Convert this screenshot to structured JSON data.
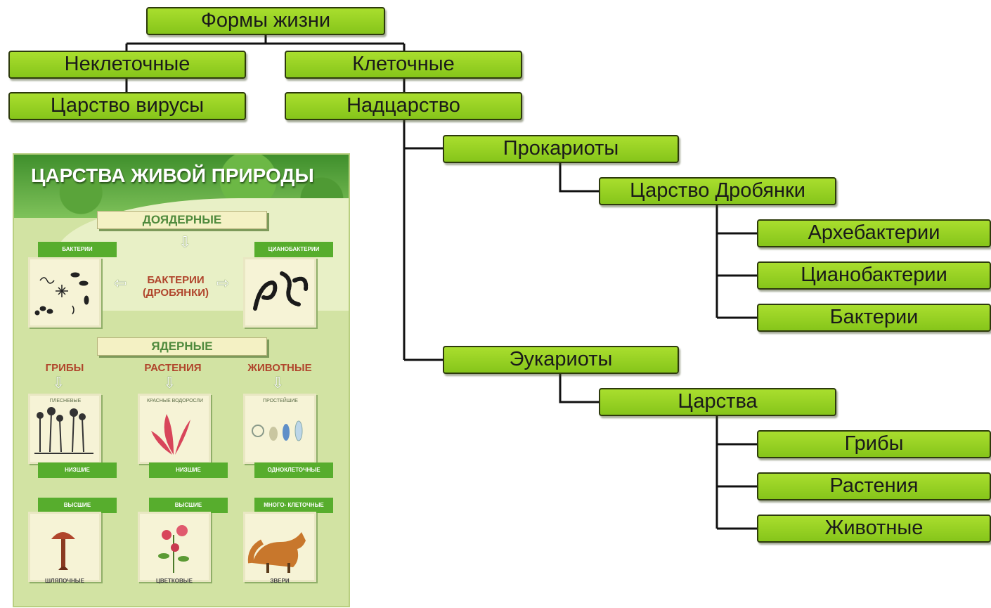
{
  "diagram": {
    "root": "Формы жизни",
    "noncellular": "Неклеточные",
    "cellular": "Клеточные",
    "viruses": "Царство вирусы",
    "superkingdom": "Надцарство",
    "prokaryotes": "Прокариоты",
    "drobyanki": "Царство Дробянки",
    "archaebacteria": "Архебактерии",
    "cyanobacteria": "Цианобактерии",
    "bacteria": "Бактерии",
    "eukaryotes": "Эукариоты",
    "kingdoms": "Царства",
    "fungi": "Грибы",
    "plants": "Растения",
    "animals": "Животные"
  },
  "poster": {
    "title": "ЦАРСТВА ЖИВОЙ ПРИРОДЫ",
    "prenuclear": "ДОЯДЕРНЫЕ",
    "nuclear": "ЯДЕРНЫЕ",
    "bacteria_center_1": "БАКТЕРИИ",
    "bacteria_center_2": "(ДРОБЯНКИ)",
    "tag_bacteria": "БАКТЕРИИ",
    "tag_cyano": "ЦИАНОБАКТЕРИИ",
    "cat_fungi": "ГРИБЫ",
    "cat_plants": "РАСТЕНИЯ",
    "cat_animals": "ЖИВОТНЫЕ",
    "card_molds": "ПЛЕСНЕВЫЕ",
    "card_red_algae": "КРАСНЫЕ ВОДОРОСЛИ",
    "card_protozoa": "ПРОСТЕЙШИЕ",
    "tag_lower_fungi": "НИЗШИЕ",
    "tag_lower_plants": "НИЗШИЕ",
    "tag_unicellular": "ОДНОКЛЕТОЧНЫЕ",
    "tag_higher_fungi": "ВЫСШИЕ",
    "tag_higher_plants": "ВЫСШИЕ",
    "tag_multicellular": "МНОГО- КЛЕТОЧНЫЕ",
    "tag_cap_fungi": "ШЛЯПОЧНЫЕ",
    "tag_flowering": "ЦВЕТКОВЫЕ",
    "tag_beasts": "ЗВЕРИ"
  },
  "colors": {
    "node_fill": "#9bd41f",
    "node_border": "#2d3a0c",
    "connector": "#111111"
  }
}
